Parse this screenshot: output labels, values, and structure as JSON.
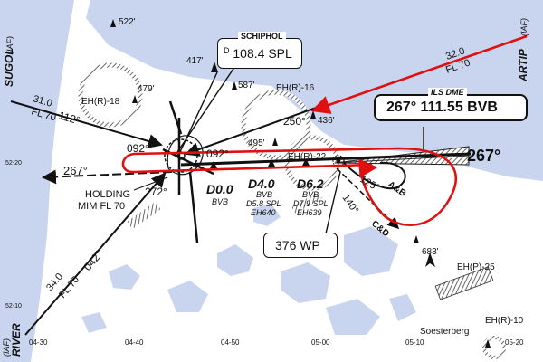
{
  "colors": {
    "water": "#c9d5ef",
    "land": "#ffffff",
    "ink": "#111111",
    "route": "#e01010",
    "hatch": "#777777"
  },
  "navaids": {
    "schiphol": {
      "title": "SCHIPHOL",
      "freq": "108.4",
      "ident": "SPL",
      "prefix": "D"
    },
    "ils": {
      "title": "ILS DME",
      "course": "267°",
      "freq": "111.55",
      "ident": "BVB"
    },
    "wp": {
      "freq": "376",
      "ident": "WP"
    }
  },
  "fixes": {
    "sugol": "SUGOL",
    "sugol_tag": "(IAF)",
    "artip": "ARTIP",
    "artip_tag": "(IAF)",
    "river": "RIVER",
    "river_tag": "(IAF)"
  },
  "airways": {
    "sugol_dist": "31.0",
    "sugol_fl": "FL 70",
    "sugol_crs": "112°",
    "artip_dist": "32.0",
    "artip_fl": "FL 70",
    "river_dist": "34.0",
    "river_fl": "FL 70",
    "river_crs": "042°",
    "crs_250": "250°",
    "crs_267_out": "267°",
    "crs_092_a": "092°",
    "crs_092_b": "092°",
    "crs_272": "272°",
    "crs_125": "125°",
    "crs_140": "140°",
    "runway_crs": "267°",
    "ab": "A&B",
    "cd": "C&D"
  },
  "holding": {
    "line1": "HOLDING",
    "line2": "MIM FL 70"
  },
  "dme_points": [
    {
      "dist": "D0.0",
      "sub": "BVB"
    },
    {
      "dist": "D4.0",
      "sub": "BVB",
      "sub2": "D5.8 SPL",
      "sub3": "EH640"
    },
    {
      "dist": "D6.2",
      "sub": "BVB",
      "sub2": "D7.9 SPL",
      "sub3": "EH639"
    }
  ],
  "zones": {
    "ehr18": "EH(R)-18",
    "ehr16": "EH(R)-16",
    "ehr22": "EH(R)-22",
    "ehp25": "EH(P)-25",
    "ehr10": "EH(R)-10"
  },
  "obstacles": {
    "o522": "522'",
    "o417": "417'",
    "o587": "587'",
    "o479": "479'",
    "o436": "436'",
    "o495": "495'",
    "o683": "683'"
  },
  "places": {
    "soesterberg": "Soesterberg"
  },
  "grid": {
    "lat_5220": "52-20",
    "lat_5210": "52-10",
    "lon_0430": "04-30",
    "lon_0440": "04-40",
    "lon_0450": "04-50",
    "lon_0500": "05-00",
    "lon_0510": "05-10",
    "lon_0520": "05-20"
  }
}
